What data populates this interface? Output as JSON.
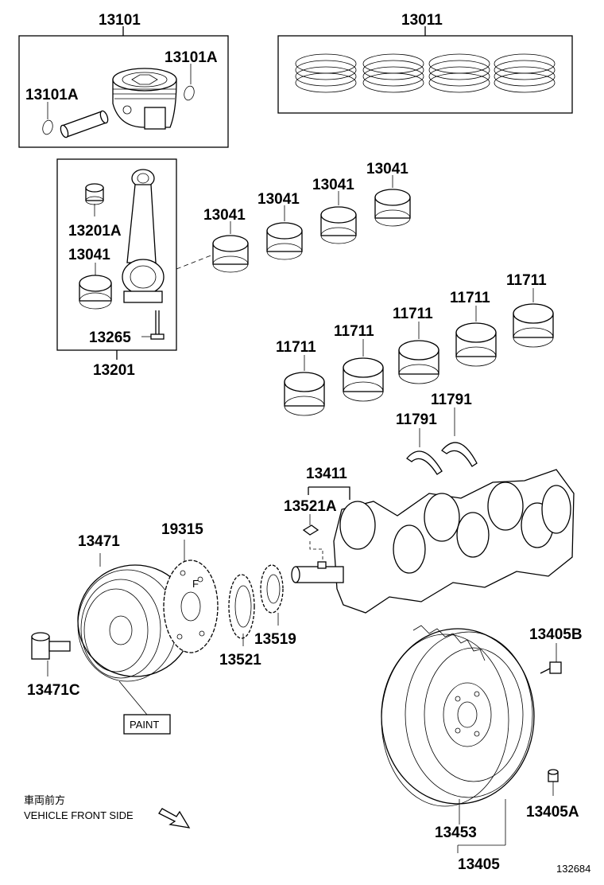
{
  "parts": {
    "piston_set": "13101",
    "snap_ring_right": "13101A",
    "snap_ring_left": "13101A",
    "ring_set": "13011",
    "conrod_bushing": "13201A",
    "conrod_bearing_in_box": "13041",
    "conrod_bolt": "13265",
    "conrod_assy": "13201",
    "conrod_bearings": [
      "13041",
      "13041",
      "13041",
      "13041"
    ],
    "main_bearings": [
      "11711",
      "11711",
      "11711",
      "11711",
      "11711"
    ],
    "thrust_washers": [
      "11791",
      "11791"
    ],
    "crankshaft": "13411",
    "key": "13521A",
    "pulley": "13471",
    "timing_plate": "19315",
    "crank_sprocket": "13521",
    "oil_pump_gear": "13519",
    "pulley_bolt": "13471C",
    "flywheel_bolt": "13405B",
    "flywheel_pin": "13405A",
    "ring_gear": "13453",
    "flywheel_assy": "13405"
  },
  "notes": {
    "paint": "PAINT",
    "front_jp": "車両前方",
    "front_en": "VEHICLE FRONT SIDE",
    "ref": "132684"
  }
}
